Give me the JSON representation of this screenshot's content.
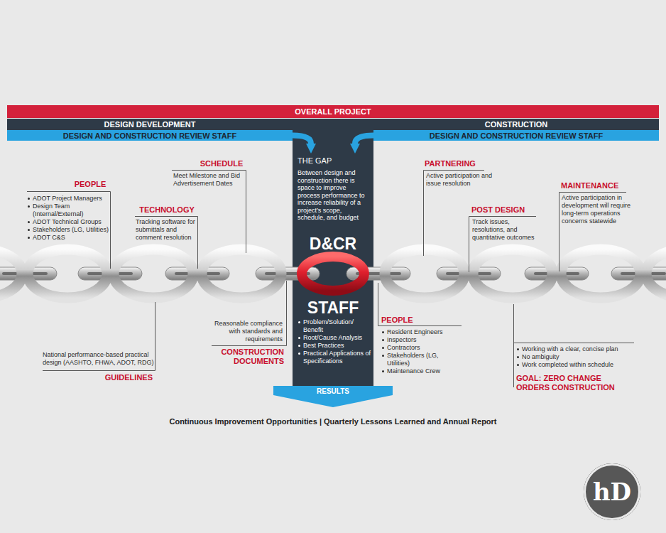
{
  "diagram": {
    "caption": "Continuous Improvement Opportunities | Quarterly Lessons Learned and Annual Report",
    "nodes": [
      {
        "text": [
          "OVERALL PROJECT"
        ]
      },
      {
        "text": [
          "DESIGN DEVELOPMENT"
        ]
      },
      {
        "text": [
          "CONSTRUCTION"
        ]
      },
      {
        "text": [
          "DESIGN AND CONSTRUCTION REVIEW STAFF"
        ]
      },
      {
        "text": [
          "DESIGN AND CONSTRUCTION REVIEW STAFF"
        ]
      },
      {
        "text": [
          "THE GAP",
          "Between design and construction there is space to improve process performance to increase reliability of a project’s scope, schedule, and budget",
          "D&CR",
          "STAFF",
          "Problem/Solution/ Benefit",
          "Root/Cause Analysis",
          "Best Practices",
          "Practical Applications of Specifications"
        ]
      },
      {
        "text": [
          "RESULTS"
        ]
      },
      {
        "text": [
          "hD"
        ]
      }
    ],
    "edges": [
      {
        "from": 3,
        "to": 5,
        "arrow": "to"
      },
      {
        "from": 4,
        "to": 5,
        "arrow": "to"
      }
    ],
    "labels": [
      "PEOPLE",
      "ADOT Project Managers",
      "Design Team (Internal/External)",
      "ADOT Technical Groups",
      "Stakeholders (LG, Utilities)",
      "ADOT C&S",
      "TECHNOLOGY",
      "Tracking software for submittals and comment resolution",
      "SCHEDULE",
      "Meet Milestone and Bid Advertisement Dates",
      "GUIDELINES",
      "National performance-based practical design (AASHTO, FHWA, ADOT, RDG)",
      "CONSTRUCTION DOCUMENTS",
      "Reasonable compliance with standards and requirements",
      "PARTNERING",
      "Active participation and issue resolution",
      "POST DESIGN",
      "Track issues, resolutions, and quantitative outcomes",
      "MAINTENANCE",
      "Active participation in development will require long-term operations concerns statewide",
      "PEOPLE",
      "Resident Engineers",
      "Inspectors",
      "Contractors",
      "Stakeholders (LG, Utilities)",
      "Maintenance Crew",
      "Working with a clear, concise plan",
      "No ambiguity",
      "Work completed within schedule",
      "GOAL: ZERO CHANGE ORDERS CONSTRUCTION"
    ]
  }
}
